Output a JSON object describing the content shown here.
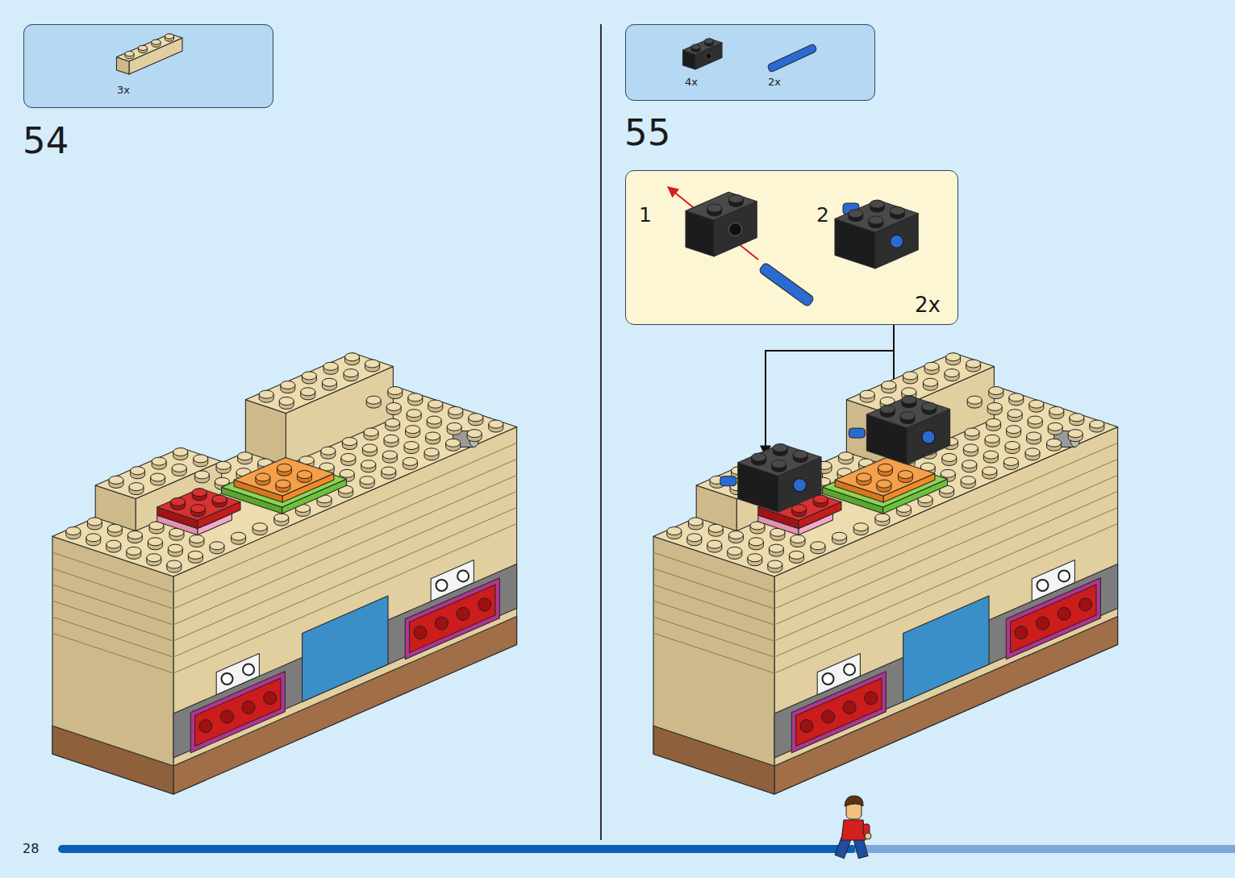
{
  "diagram": {
    "nodes": [
      {
        "text": [
          "3x"
        ]
      },
      {
        "text": [
          "4x",
          "2x"
        ]
      },
      {
        "text": [
          "1",
          "2",
          "2x"
        ]
      }
    ],
    "labels": [
      "54",
      "55",
      "28"
    ]
  }
}
